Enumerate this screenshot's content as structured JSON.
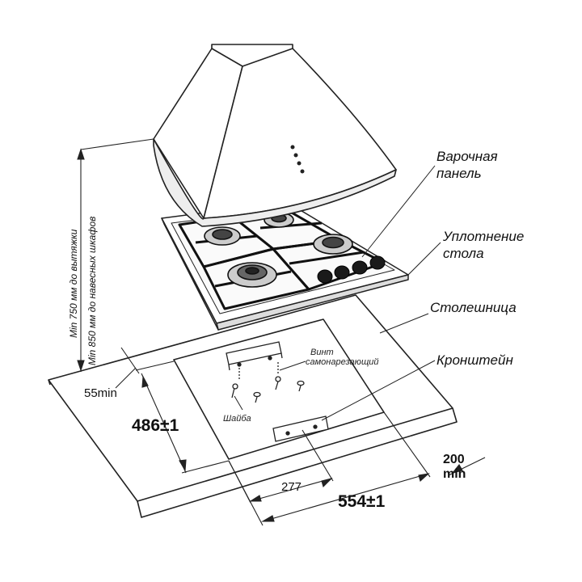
{
  "labels": {
    "cooktop": [
      "Варочная",
      "панель"
    ],
    "seal": [
      "Уплотнение",
      "стола"
    ],
    "countertop": "Столешница",
    "bracket": "Кронштейн",
    "screw": [
      "Винт",
      "самонарезающий"
    ],
    "washer": "Шайба"
  },
  "vertical_notes": {
    "hood": "Min 750 мм до вытяжки",
    "cabinets": "Min 850 мм до навесных шкафов"
  },
  "dimensions": {
    "edge_min": "55min",
    "depth": "486±1",
    "center": "277",
    "width": "554±1",
    "wall_top": "200",
    "wall_bottom": "min"
  },
  "hood_indicator_lights": 4,
  "burners": 4,
  "knobs": 4
}
